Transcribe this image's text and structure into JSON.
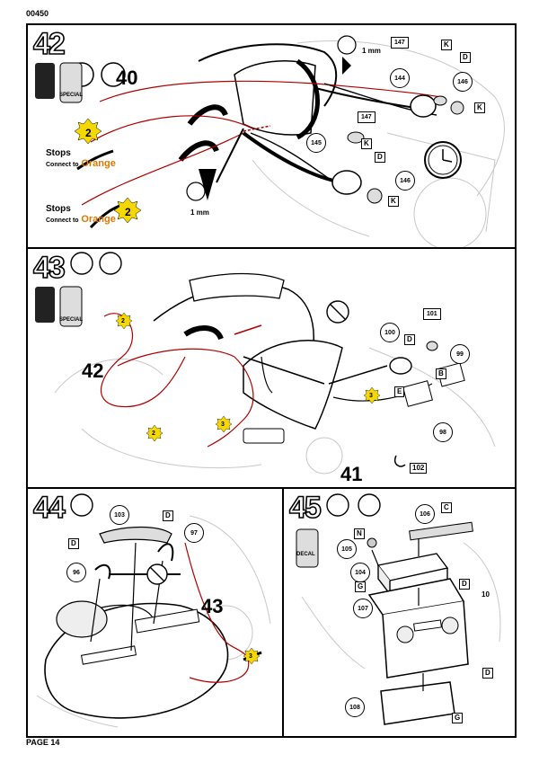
{
  "header": {
    "code": "00450"
  },
  "footer": {
    "page": "PAGE 14"
  },
  "steps": {
    "s42": {
      "number": "42",
      "part": "40",
      "mm_top": "1 mm",
      "mm_bottom": "1 mm",
      "parts": {
        "p144": "144",
        "p145": "145",
        "p146a": "146",
        "p146b": "146",
        "p147a": "147",
        "p147b": "147"
      },
      "flags": {
        "k1": "K",
        "d1": "D",
        "k2": "K",
        "k3": "K",
        "d2": "D",
        "k4": "K"
      },
      "paint_special": "SPECIAL",
      "badge_a": "2",
      "badge_b": "2",
      "stops_a": "Stops",
      "connect_a": "Connect to",
      "orange_a": "Orange",
      "stops_b": "Stops",
      "connect_b": "Connect to",
      "orange_b": "Orange"
    },
    "s43": {
      "number": "43",
      "part_a": "42",
      "part_b": "41",
      "parts": {
        "p100": "100",
        "p101": "101",
        "p99": "99",
        "p98": "98",
        "p102": "102"
      },
      "flags": {
        "d": "D",
        "b": "B",
        "e": "E"
      },
      "paint_special": "SPECIAL",
      "badges": {
        "b1": "2",
        "b2": "2",
        "b3": "3",
        "b4": "3"
      }
    },
    "s44": {
      "number": "44",
      "part": "43",
      "parts": {
        "p103": "103",
        "p97": "97",
        "p96": "96"
      },
      "flags": {
        "d1": "D",
        "d2": "D"
      },
      "badge": "3"
    },
    "s45": {
      "number": "45",
      "parts": {
        "p106": "106",
        "p105": "105",
        "p104": "104",
        "p107": "107",
        "p108": "108",
        "p10": "10"
      },
      "flags": {
        "c": "C",
        "n": "N",
        "g1": "G",
        "d1": "D",
        "d2": "D",
        "g2": "G"
      },
      "decal_label": "DECAL"
    }
  }
}
